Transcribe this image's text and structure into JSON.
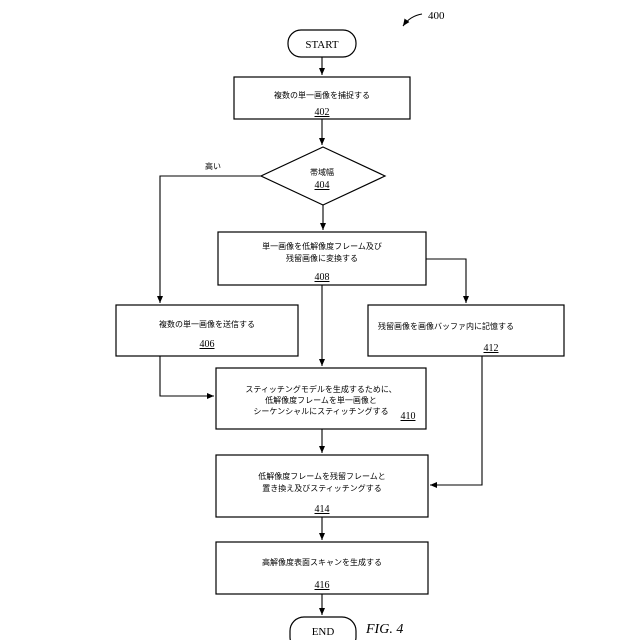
{
  "figure": {
    "ref_number": "400",
    "caption": "FIG. 4"
  },
  "terminals": {
    "start": "START",
    "end": "END"
  },
  "steps": {
    "s402": {
      "lines": [
        "複数の単一画像を捕捉する"
      ],
      "number": "402"
    },
    "s404": {
      "lines": [
        "帯域幅"
      ],
      "number": "404"
    },
    "s406": {
      "lines": [
        "複数の単一画像を送信する"
      ],
      "number": "406"
    },
    "s408": {
      "lines": [
        "単一画像を低解像度フレーム及び",
        "残留画像に変換する"
      ],
      "number": "408"
    },
    "s410": {
      "lines": [
        "スティッチングモデルを生成するために、",
        "低解像度フレームを単一画像と",
        "シーケンシャルにスティッチングする"
      ],
      "number": "410"
    },
    "s412": {
      "lines": [
        "残留画像を画像バッファ内に記憶する"
      ],
      "number": "412"
    },
    "s414": {
      "lines": [
        "低解像度フレームを残留フレームと",
        "置き換え及びスティッチングする"
      ],
      "number": "414"
    },
    "s416": {
      "lines": [
        "高解像度表面スキャンを生成する"
      ],
      "number": "416"
    }
  },
  "edge_labels": {
    "high": "高い"
  }
}
